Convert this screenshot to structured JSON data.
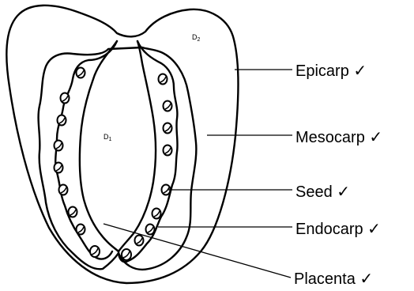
{
  "diagram": {
    "labels": {
      "epicarp": "Epicarp ✓",
      "mesocarp": "Mesocarp ✓",
      "seed": "Seed ✓",
      "endocarp": "Endocarp ✓",
      "placenta": "Placenta ✓"
    },
    "regions": {
      "d1_letter": "D",
      "d1_sub": "1",
      "d2_letter": "D",
      "d2_sub": "2"
    }
  }
}
